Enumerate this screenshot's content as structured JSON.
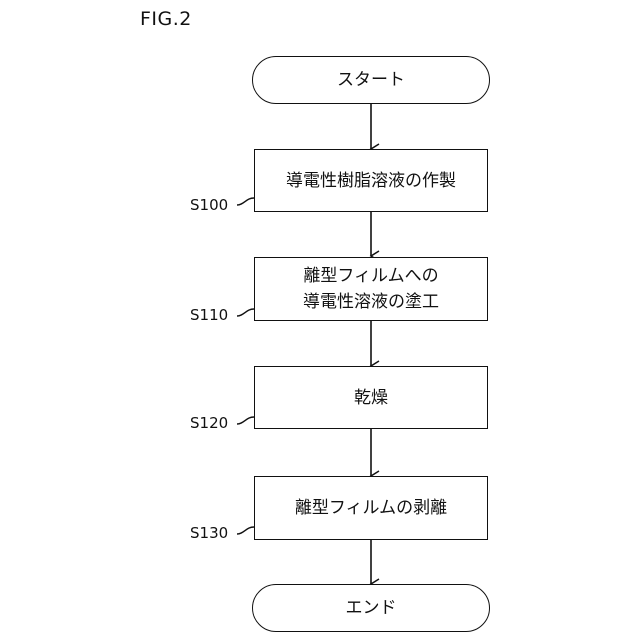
{
  "figure_label": "FIG.2",
  "start_label": "スタート",
  "end_label": "エンド",
  "steps": [
    {
      "id": "S100",
      "text": "導電性樹脂溶液の作製"
    },
    {
      "id": "S110",
      "text_line1": "離型フィルムへの",
      "text_line2": "導電性溶液の塗工"
    },
    {
      "id": "S120",
      "text": "乾燥"
    },
    {
      "id": "S130",
      "text": "離型フィルムの剥離"
    }
  ]
}
